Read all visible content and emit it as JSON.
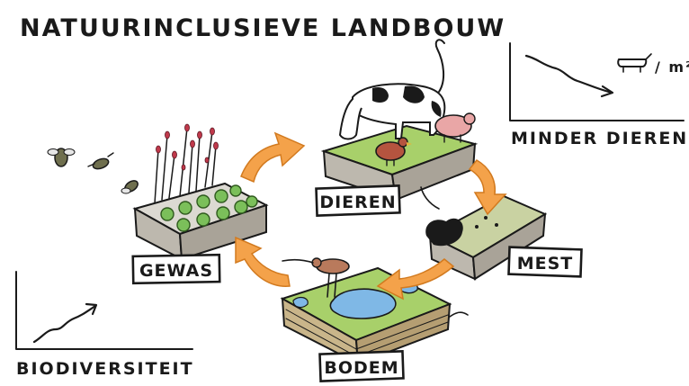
{
  "title": "NATUURINCLUSIEVE LANDBOUW",
  "stages": {
    "dieren": "DIEREN",
    "mest": "MEST",
    "bodem": "BODEM",
    "gewas": "GEWAS"
  },
  "charts": {
    "minder_dieren": {
      "label": "MINDER DIEREN",
      "unit": "/ m²",
      "trend": "decreasing"
    },
    "biodiversiteit": {
      "label": "BIODIVERSITEIT",
      "trend": "increasing"
    }
  },
  "colors": {
    "arrow": "#f4a24a",
    "arrow_dark": "#e0852a",
    "grass": "#9ccb5a",
    "soil": "#b9b3a6",
    "water": "#7fb8e6",
    "ink": "#1a1a1a"
  },
  "icons": [
    "cow-icon",
    "pig-icon",
    "chicken-icon",
    "bird-icon",
    "fly-icon",
    "plant-icon",
    "manure-icon",
    "pond-icon"
  ]
}
